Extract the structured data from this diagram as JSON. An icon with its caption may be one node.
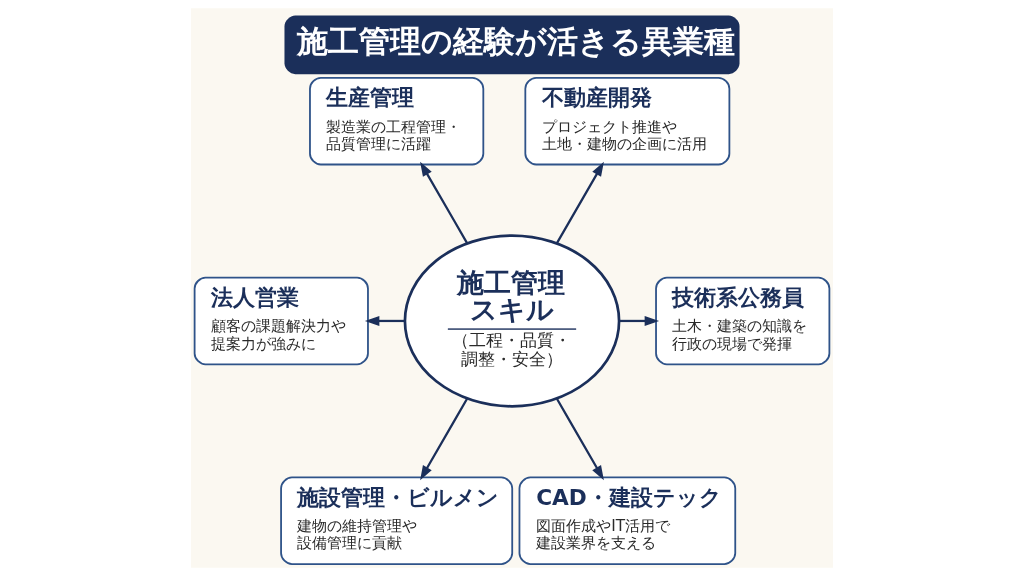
{
  "diagram": {
    "title": "施工管理の経験が活きる異業種",
    "nodes": [
      {
        "text": [
          "生産管理",
          "製造業の工程管理・品質管理に活躍"
        ]
      },
      {
        "text": [
          "不動産開発",
          "プロジェクト推進や土地・建物の企画に活用"
        ]
      },
      {
        "text": [
          "施工管理スキル",
          "（工程・品質・調整・安全）"
        ]
      },
      {
        "text": [
          "法人営業",
          "顧客の課題解決力や提案力が強みに"
        ]
      },
      {
        "text": [
          "技術系公務員",
          "土木・建築の知識を行政の現場で発揮"
        ]
      },
      {
        "text": [
          "施設管理・ビルメン",
          "建物の維持管理や設備管理に貢献"
        ]
      },
      {
        "text": [
          "CAD・建設テック",
          "図面作成やIT活用で建設業界を支える"
        ]
      }
    ],
    "edges": [
      {
        "from": 2,
        "to": 4,
        "arrow": "to"
      },
      {
        "from": 2,
        "to": 0,
        "arrow": "to"
      },
      {
        "from": 2,
        "to": 1,
        "arrow": "to"
      },
      {
        "from": 2,
        "to": 3,
        "arrow": "to"
      },
      {
        "from": 2,
        "to": 5,
        "arrow": "to"
      },
      {
        "from": 2,
        "to": 6,
        "arrow": "to"
      }
    ]
  }
}
